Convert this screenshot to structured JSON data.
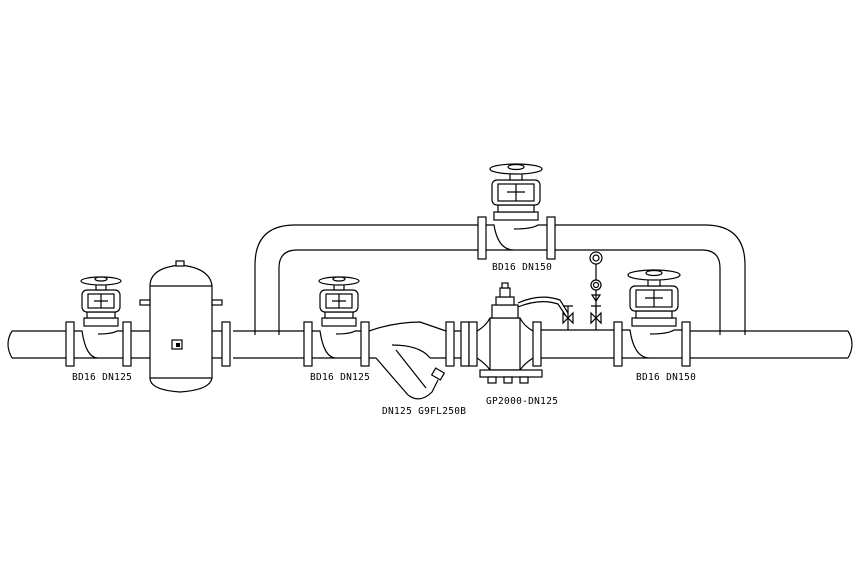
{
  "labels": {
    "valve_left": "BD16  DN125",
    "valve_mid": "BD16  DN125",
    "strainer": "DN125  G9FL250B",
    "regulator": "GP2000-DN125",
    "valve_right": "BD16  DN150",
    "valve_bypass": "BD16  DN150"
  },
  "components": [
    {
      "name": "globe-valve",
      "spec": "BD16 DN125"
    },
    {
      "name": "separator-tank"
    },
    {
      "name": "globe-valve",
      "spec": "BD16 DN125"
    },
    {
      "name": "y-strainer",
      "spec": "DN125 G9FL250B"
    },
    {
      "name": "pressure-regulator",
      "spec": "GP2000-DN125"
    },
    {
      "name": "pressure-gauge"
    },
    {
      "name": "globe-valve",
      "spec": "BD16 DN150"
    },
    {
      "name": "bypass-globe-valve",
      "spec": "BD16 DN150"
    }
  ]
}
